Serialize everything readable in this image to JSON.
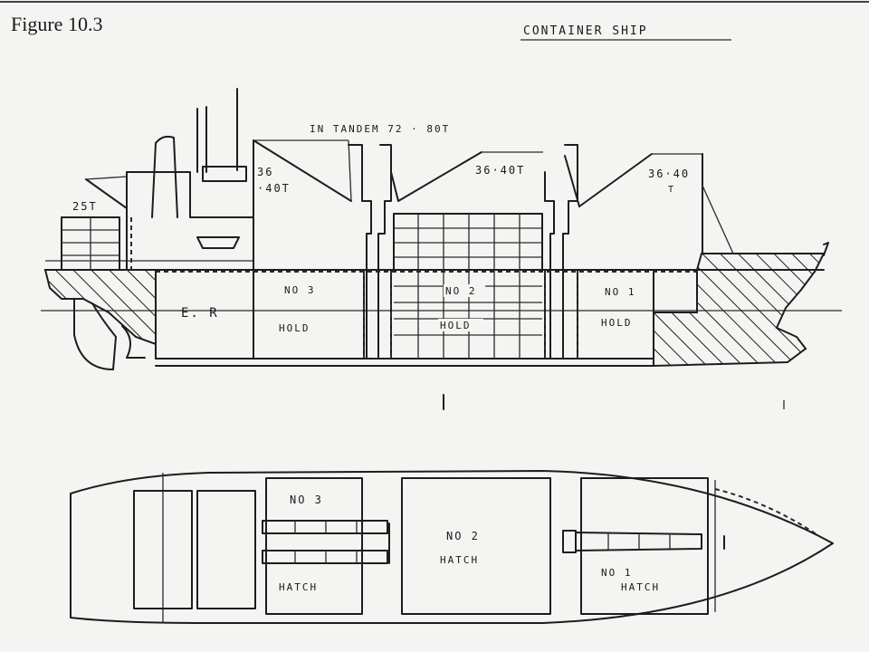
{
  "figure_label": "Figure 10.3",
  "diagram_title": "CONTAINER   SHIP",
  "profile": {
    "derricks": {
      "tandem": "IN TANDEM 72 · 80T",
      "aft_small": "25T",
      "hold3_top": "36",
      "hold3_bottom": "·40T",
      "hold2": "36·40T",
      "hold1_top": "36·40",
      "hold1_bottom": "T"
    },
    "spaces": {
      "engine_room": "E. R",
      "hold3_no": "NO 3",
      "hold3_word": "HOLD",
      "hold2_no": "NO 2",
      "hold2_word": "HOLD",
      "hold1_no": "NO 1",
      "hold1_word": "HOLD"
    }
  },
  "plan": {
    "hatch3_no": "NO 3",
    "hatch3_word": "HATCH",
    "hatch2_no": "NO 2",
    "hatch2_word": "HATCH",
    "hatch1_no": "NO 1",
    "hatch1_word": "HATCH"
  },
  "colors": {
    "ink": "#1d1d1d",
    "paper": "#f4f4f2"
  }
}
